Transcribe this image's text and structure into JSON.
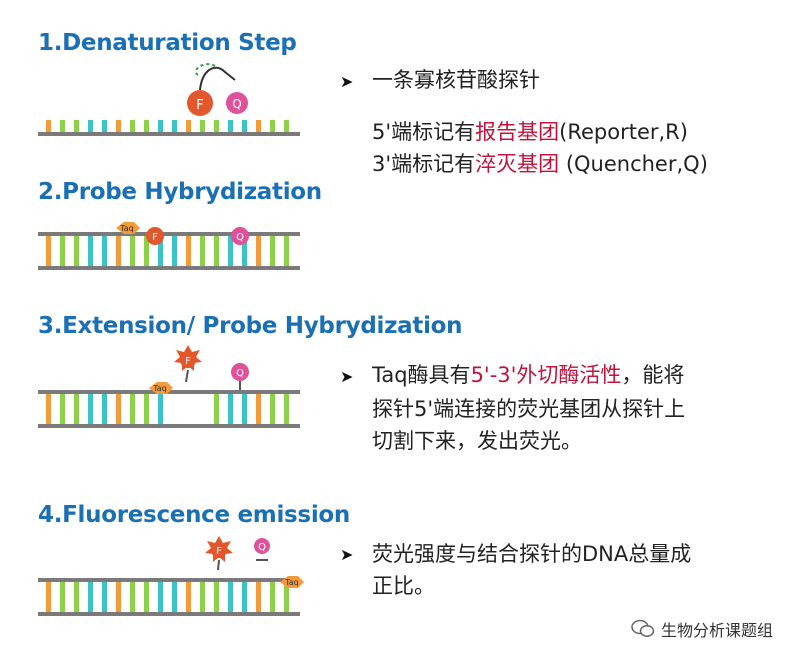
{
  "steps": [
    {
      "title": "1.Denaturation Step"
    },
    {
      "title": "2.Probe Hybrydization"
    },
    {
      "title": "3.Extension/ Probe Hybrydization"
    },
    {
      "title": "4.Fluorescence emission"
    }
  ],
  "labels": {
    "F": "F",
    "Q": "Q",
    "taq": "Taq"
  },
  "notes": {
    "step1_line1": "一条寡核苷酸探针",
    "step1_line2_pre": "5'端标记有",
    "step1_line2_hl": "报告基团",
    "step1_line2_post": "(Reporter,R)",
    "step1_line3_pre": "3'端标记有",
    "step1_line3_hl": "淬灭基团",
    "step1_line3_post": " (Quencher,Q)",
    "step3_line1_pre": "Taq酶具有",
    "step3_line1_hl": "5'-3'外切酶活性",
    "step3_line1_post": "，能将",
    "step3_line2": "探针5'端连接的荧光基团从探针上",
    "step3_line3": "切割下来，发出荧光。",
    "step4_line1": "荧光强度与结合探针的DNA总量成",
    "step4_line2": "正比。"
  },
  "arrow_glyph": "➤",
  "watermark": "生物分析课题组",
  "colors": {
    "title": "#1a6fb5",
    "highlight": "#c0143c",
    "strand": "#7a7a7a",
    "base_teal": "#3cc3c8",
    "base_green": "#8dd04a",
    "base_orange": "#f39a3a",
    "reporter": "#e2572b",
    "quencher": "#e0519a",
    "taq": "#f39a3a"
  }
}
